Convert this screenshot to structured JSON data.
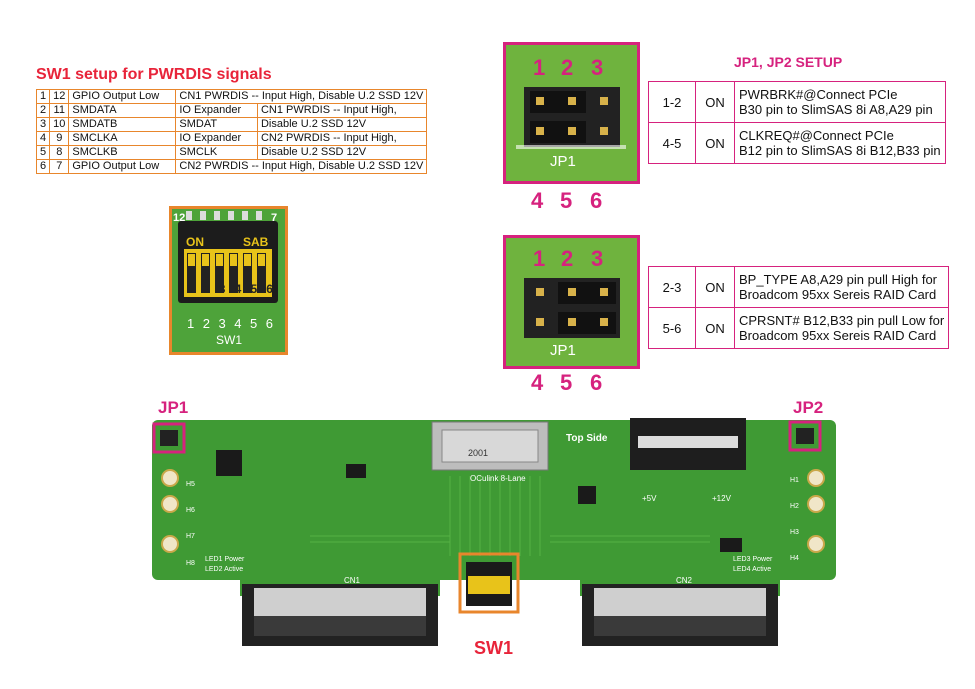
{
  "sw1": {
    "title": "SW1 setup  for PWRDIS signals",
    "rows": [
      [
        "1",
        "12",
        "GPIO Output Low",
        "CN1 PWRDIS -- Input High, Disable U.2 SSD 12V",
        ""
      ],
      [
        "2",
        "11",
        "SMDATA",
        "IO Expander",
        "CN1 PWRDIS -- Input High,"
      ],
      [
        "3",
        "10",
        "SMDATB",
        "SMDAT",
        "Disable U.2 SSD 12V"
      ],
      [
        "4",
        "9",
        "SMCLKA",
        "IO Expander",
        "CN2 PWRDIS -- Input High,"
      ],
      [
        "5",
        "8",
        "SMCLKB",
        "SMCLK",
        "Disable U.2 SSD 12V"
      ],
      [
        "6",
        "7",
        "GPIO Output Low",
        "CN2 PWRDIS -- Input High, Disable U.2 SSD 12V",
        ""
      ]
    ]
  },
  "jp_setup": {
    "title": "JP1, JP2 SETUP",
    "top_numbers": [
      "1",
      "2",
      "3"
    ],
    "bottom_numbers": [
      "4",
      "5",
      "6"
    ],
    "header_label": "JP1",
    "table1": [
      {
        "pins": "1-2",
        "state": "ON",
        "line1": "PWRBRK#@Connect PCIe",
        "line2": "B30 pin to SlimSAS 8i A8,A29 pin"
      },
      {
        "pins": "4-5",
        "state": "ON",
        "line1": "CLKREQ#@Connect PCIe",
        "line2": "B12 pin to SlimSAS 8i B12,B33 pin"
      }
    ],
    "table2": [
      {
        "pins": "2-3",
        "state": "ON",
        "line1": "BP_TYPE A8,A29 pin pull High for",
        "line2": "Broadcom 95xx Sereis RAID Card"
      },
      {
        "pins": "5-6",
        "state": "ON",
        "line1": "CPRSNT# B12,B33 pin pull Low for",
        "line2": "Broadcom 95xx Sereis RAID Card"
      }
    ]
  },
  "switch": {
    "on_label": "ON",
    "sab_label": "SAB",
    "left_num": "12",
    "right_num": "7",
    "positions": [
      "1",
      "2",
      "3",
      "4",
      "5",
      "6"
    ],
    "board_label": "SW1"
  },
  "board": {
    "jp1_label": "JP1",
    "jp2_label": "JP2",
    "sw1_label": "SW1",
    "top_side": "Top Side",
    "oculink": "OCulink 8-Lane",
    "cn1": "CN1",
    "cn2": "CN2",
    "led1": "LED1 Power",
    "led2": "LED2 Active",
    "led3": "LED3 Power",
    "led4": "LED4 Active",
    "plus5v": "+5V",
    "plus12v": "+12V",
    "holes_left": [
      "H5",
      "H6",
      "H7",
      "H8"
    ],
    "holes_right": [
      "H1",
      "H2",
      "H3",
      "H4"
    ],
    "connector_text": "2001"
  },
  "colors": {
    "magenta": "#d6227e",
    "orange": "#e8862c",
    "red": "#e8243a",
    "pcb_green": "#3f9a34"
  }
}
